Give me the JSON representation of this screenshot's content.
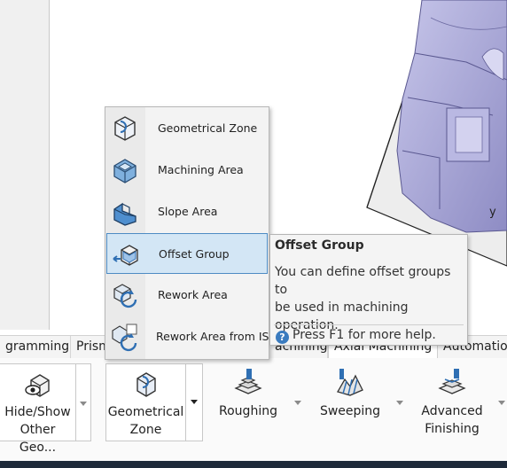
{
  "ribbon": {
    "tabs": [
      {
        "label": "gramming"
      },
      {
        "label": "Prism"
      },
      {
        "label": "achining"
      },
      {
        "label": "Axial Machining"
      },
      {
        "label": "Automatio"
      }
    ],
    "buttons": {
      "hide_show": {
        "line1": "Hide/Show",
        "line2": "Other Geo..."
      },
      "geometrical_zone": {
        "line1": "Geometrical",
        "line2": "Zone"
      },
      "roughing": {
        "label": "Roughing"
      },
      "sweeping": {
        "label": "Sweeping"
      },
      "advanced_finishing": {
        "line1": "Advanced",
        "line2": "Finishing"
      }
    }
  },
  "dropdown": {
    "items": [
      {
        "label": "Geometrical Zone",
        "icon": "geometrical-zone-icon"
      },
      {
        "label": "Machining Area",
        "icon": "machining-area-icon"
      },
      {
        "label": "Slope Area",
        "icon": "slope-area-icon"
      },
      {
        "label": "Offset Group",
        "icon": "offset-group-icon"
      },
      {
        "label": "Rework Area",
        "icon": "rework-area-icon"
      },
      {
        "label": "Rework Area from IS",
        "icon": "rework-area-from-is-icon"
      }
    ],
    "highlighted_index": 3
  },
  "tooltip": {
    "title": "Offset Group",
    "line1": "You can define offset groups to",
    "line2": "be used in machining",
    "line3": "operation.",
    "help": "Press F1 for more help.",
    "help_icon_glyph": "?"
  },
  "viewport": {
    "axis_label": "y"
  },
  "colors": {
    "highlight_bg": "#d3e6f5",
    "highlight_border": "#4d8bc3",
    "part_fill": "#a9a8d6",
    "icon_blue": "#2f6fb3"
  }
}
